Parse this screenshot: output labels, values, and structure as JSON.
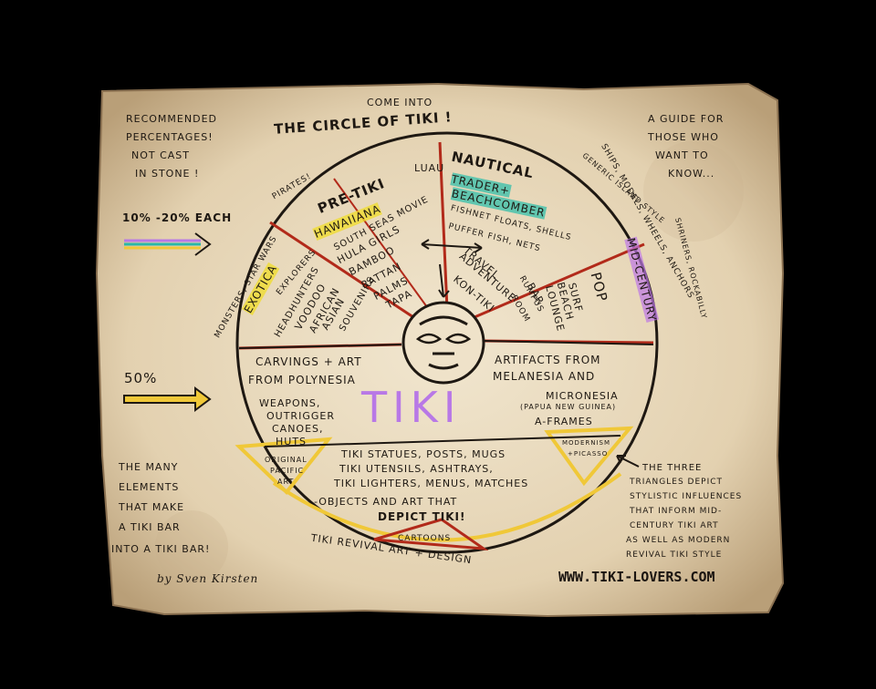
{
  "colors": {
    "background": "#000000",
    "paper": "#ebdcc2",
    "ink": "#1e1812",
    "red": "#b22a1a",
    "yellow": "#f0c838",
    "teal": "#2ab8a8",
    "purple": "#b878e6",
    "highlight_yellow": "#f0dc28"
  },
  "header": {
    "come_into": "COME INTO",
    "title": "THE CIRCLE OF TIKI !"
  },
  "notes": {
    "recommended": [
      "RECOMMENDED",
      "PERCENTAGES!",
      "NOT CAST",
      "IN STONE !"
    ],
    "guide": [
      "A GUIDE FOR",
      "THOSE WHO",
      "WANT TO",
      "KNOW..."
    ],
    "percent_each": "10% -20% EACH",
    "percent_fifty": "50%",
    "many_elements": [
      "THE MANY",
      "ELEMENTS",
      "THAT MAKE",
      "A TIKI BAR",
      "INTO A TIKI BAR!"
    ],
    "author": "by Sven Kirsten",
    "triangles_note": [
      "THE THREE",
      "TRIANGLES DEPICT",
      "STYLISTIC INFLUENCES",
      "THAT INFORM MID-",
      "CENTURY TIKI ART",
      "AS WELL AS MODERN",
      "REVIVAL TIKI STYLE"
    ],
    "website": "WWW.TIKI-LOVERS.COM"
  },
  "wheel": {
    "pirates": "PIRATES!",
    "luau": "LUAU",
    "pre_tiki": "PRE-TIKI",
    "hawaiiana": "HAWAIIANA",
    "pre_tiki_list": [
      "SOUTH SEAS MOVIE",
      "HULA GIRLS",
      "BAMBOO",
      "RATTAN",
      "PALMS",
      "TAPA"
    ],
    "nautical": "NAUTICAL",
    "trader": "TRADER+",
    "beachcomber": "BEACHCOMBER",
    "nautical_list": [
      "FISHNET FLOATS, SHELLS",
      "PUFFER FISH, NETS",
      "TRAVEL",
      "ADVENTURE",
      "KON-TIKI"
    ],
    "ships": "SHIPS, MODELS, WHEELS, ANCHORS",
    "generic_island": "GENERIC ISLAND STYLE",
    "exotica": "EXOTICA",
    "exotica_list": [
      "EXPLORERS",
      "HEADHUNTERS",
      "VOODOO",
      "AFRICAN",
      "ASIAN",
      "SOUVENIRS"
    ],
    "monsters": "MONSTERS, STAR WARS",
    "pop": "POP",
    "mid_century": "MID-CENTURY",
    "pop_list": [
      "SURF",
      "BEACH",
      "LOUNGE",
      "BAR",
      "RUMPUS",
      "ROOM"
    ],
    "shriners": "SHRINERS, ROCKABILLY",
    "carvings": [
      "CARVINGS + ART",
      "FROM POLYNESIA"
    ],
    "artifacts": [
      "ARTIFACTS FROM",
      "MELANESIA AND"
    ],
    "micronesia": [
      "MICRONESIA",
      "(PAPUA NEW GUINEA)",
      "A-FRAMES"
    ],
    "weapons": [
      "WEAPONS,",
      "OUTRIGGER",
      "CANOES,",
      "HUTS"
    ],
    "tiki": "TIKI",
    "objects": [
      "TIKI STATUES, POSTS, MUGS",
      "TIKI UTENSILS, ASHTRAYS,",
      "TIKI LIGHTERS, MENUS, MATCHES",
      "-OBJECTS AND ART THAT",
      "DEPICT TIKI!"
    ],
    "original_pacific": [
      "ORIGINAL",
      "PACIFIC",
      "ART"
    ],
    "modernism": [
      "MODERNISM",
      "+PICASSO"
    ],
    "cartoons": "CARTOONS",
    "revival": "TIKI REVIVAL ART + DESIGN"
  }
}
